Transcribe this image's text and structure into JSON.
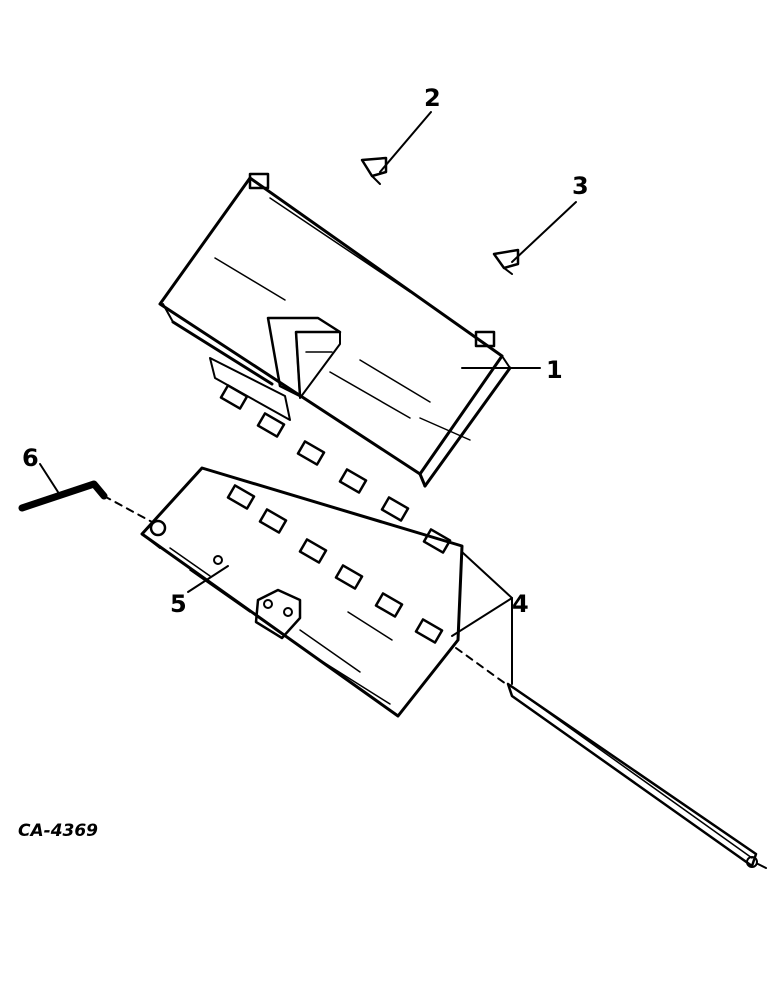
{
  "callouts": [
    {
      "id": "1",
      "text": "1"
    },
    {
      "id": "2",
      "text": "2"
    },
    {
      "id": "3",
      "text": "3"
    },
    {
      "id": "4",
      "text": "4"
    },
    {
      "id": "5",
      "text": "5"
    },
    {
      "id": "6",
      "text": "6"
    }
  ],
  "figure_code": "CA-4369",
  "colors": {
    "ink": "#000000",
    "paper": "#ffffff"
  }
}
